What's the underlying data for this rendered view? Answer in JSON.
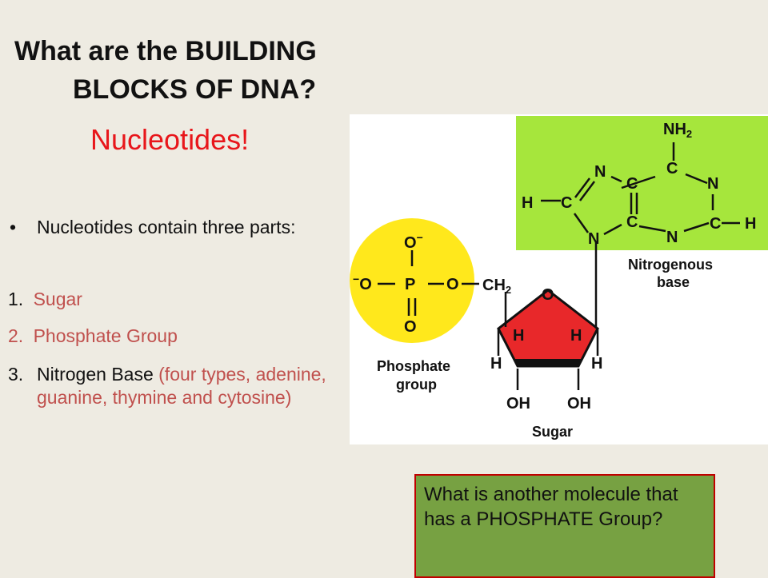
{
  "title": {
    "line1": "What are the BUILDING",
    "line2": "BLOCKS OF DNA?"
  },
  "subtitle": "Nucleotides!",
  "bullet": {
    "glyph": "•",
    "text": "Nucleotides contain three parts:"
  },
  "list": [
    {
      "num": "1.",
      "text": "Sugar"
    },
    {
      "num": "2.",
      "text": "Phosphate Group"
    },
    {
      "num": "3.",
      "text": "Nitrogen Base",
      "extra": "(four types, adenine, guanine, thymine and cytosine)"
    }
  ],
  "diagram": {
    "base_label": [
      "Nitrogenous",
      "base"
    ],
    "phosphate_label": [
      "Phosphate",
      "group"
    ],
    "sugar_label": "Sugar",
    "atoms": {
      "nh2": "NH",
      "nh2_sub": "2",
      "n": "N",
      "c": "C",
      "h": "H",
      "o": "O",
      "o_minus": "O",
      "minus": "−",
      "p": "P",
      "ch2": "CH",
      "ch2_sub": "2",
      "oh": "OH"
    },
    "colors": {
      "base": "#a6e63c",
      "phosphate": "#ffe81c",
      "sugar": "#e8282a"
    }
  },
  "question": "What is another molecule that has a PHOSPHATE Group?"
}
